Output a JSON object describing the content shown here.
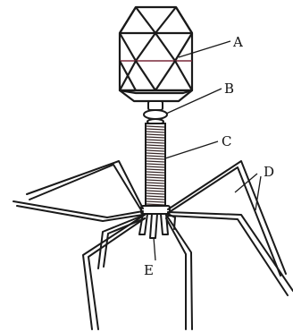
{
  "diagram": {
    "labels": [
      {
        "id": "A",
        "text": "A"
      },
      {
        "id": "B",
        "text": "B"
      },
      {
        "id": "C",
        "text": "C"
      },
      {
        "id": "D",
        "text": "D"
      },
      {
        "id": "E",
        "text": "E"
      }
    ],
    "colors": {
      "line": "#1a1a1a",
      "fill": "#ffffff",
      "capsid_inner": "#7a2a3a"
    }
  }
}
